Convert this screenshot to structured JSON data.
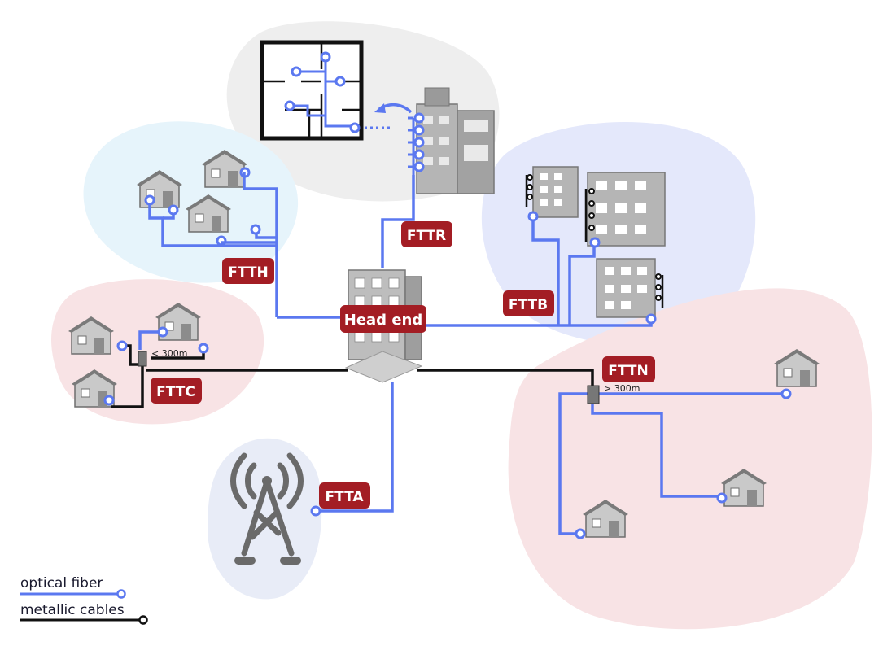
{
  "colors": {
    "fiber": "#5b78f0",
    "metal": "#111111",
    "badge": "#a31d24",
    "blob_gray": "#eeeeee",
    "blob_cyan": "#e6f4fb",
    "blob_blue": "#e4e8fb",
    "blob_pink": "#f8e3e5",
    "building": "#9a9a9a"
  },
  "labels": {
    "head_end": "Head end",
    "ftth": "FTTH",
    "fttr": "FTTR",
    "fttb": "FTTB",
    "fttc": "FTTC",
    "fttn": "FTTN",
    "ftta": "FTTA",
    "fttc_distance": "< 300m",
    "fttn_distance": "> 300m"
  },
  "legend": {
    "fiber": "optical fiber",
    "metal": "metallic cables"
  },
  "icons": [
    "floor-plan-icon",
    "building-icon",
    "house-icon",
    "cell-tower-icon",
    "cabinet-icon",
    "curved-arrow-icon"
  ]
}
